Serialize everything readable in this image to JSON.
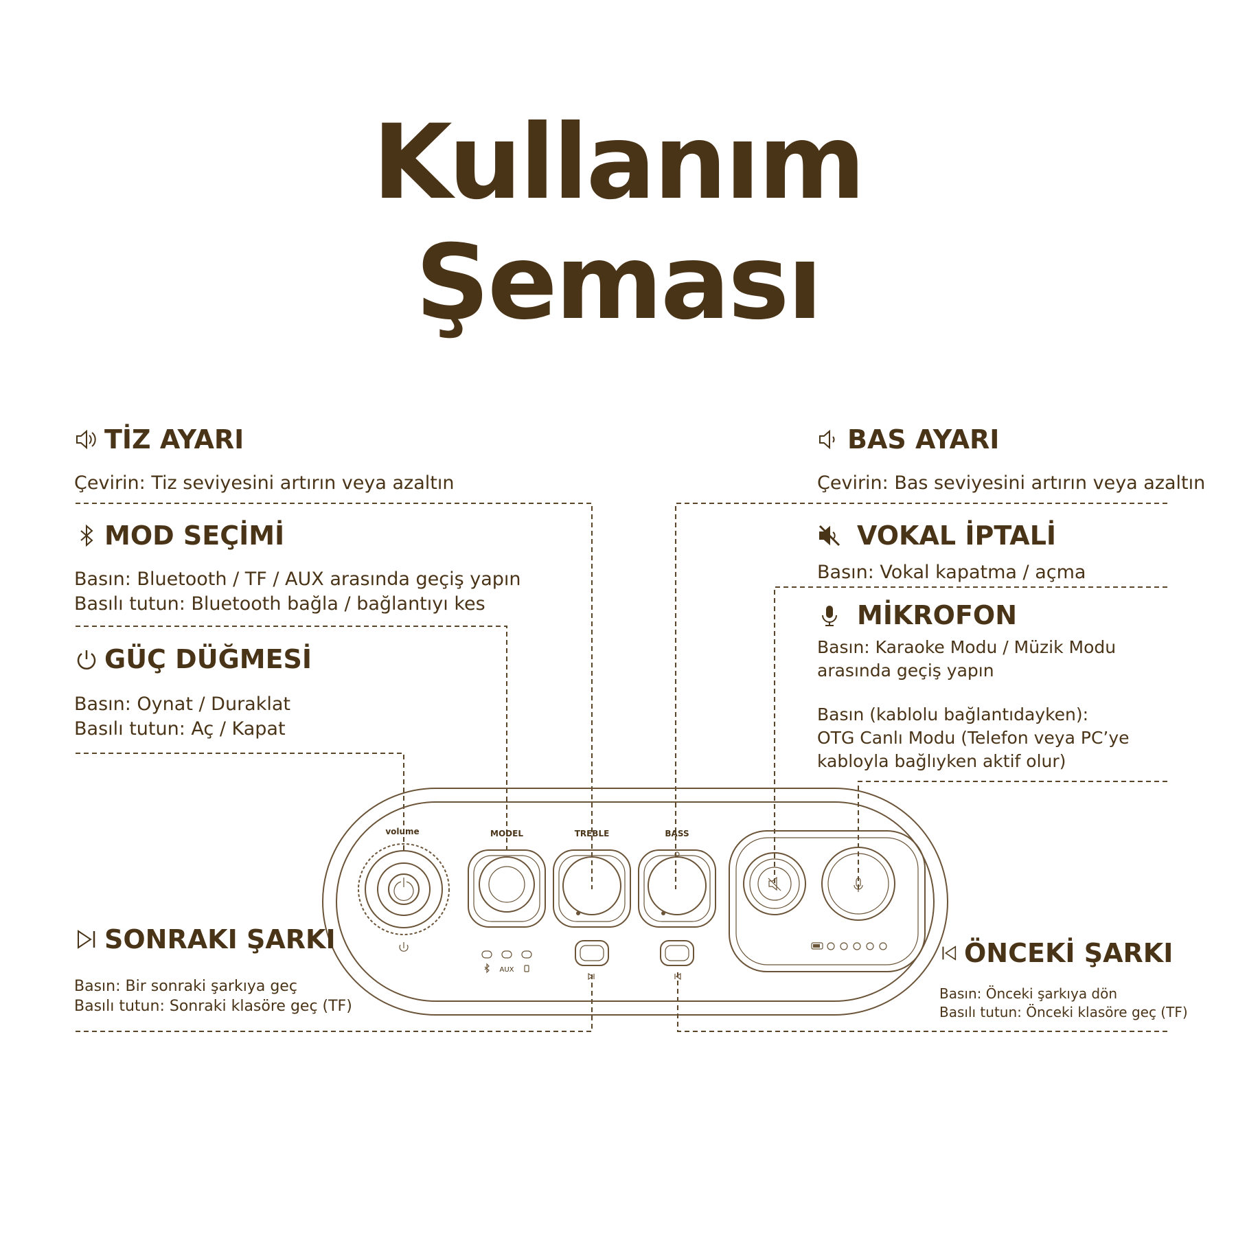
{
  "title": {
    "line1": "Kullanım",
    "line2": "Şeması"
  },
  "colors": {
    "text": "#4a3418",
    "lines": "#5b4528",
    "background": "#ffffff"
  },
  "sections": {
    "treble": {
      "icon": "speaker-high-icon",
      "title": "TİZ AYARI",
      "lines": [
        "Çevirin: Tiz seviyesini artırın veya azaltın"
      ]
    },
    "mode": {
      "icon": "bluetooth-icon",
      "title": "MOD SEÇİMİ",
      "lines": [
        "Basın: Bluetooth / TF / AUX arasında geçiş yapın",
        "Basılı tutun: Bluetooth bağla / bağlantıyı kes"
      ]
    },
    "power": {
      "icon": "power-icon",
      "title": "GÜÇ DÜĞMESİ",
      "lines": [
        "Basın: Oynat / Duraklat",
        "Basılı tutun: Aç / Kapat"
      ]
    },
    "next": {
      "icon": "next-track-icon",
      "title": "SONRAKI ŞARKI",
      "lines": [
        "Basın: Bir sonraki şarkıya geç",
        "Basılı tutun: Sonraki klasöre geç (TF)"
      ]
    },
    "bass": {
      "icon": "speaker-low-icon",
      "title": "BAS AYARI",
      "lines": [
        "Çevirin: Bas seviyesini artırın veya azaltın"
      ]
    },
    "vocal": {
      "icon": "mute-icon",
      "title": "VOKAL İPTALİ",
      "lines": [
        "Basın: Vokal kapatma / açma"
      ]
    },
    "mic": {
      "icon": "microphone-icon",
      "title": "MİKROFON",
      "lines": [
        "Basın: Karaoke Modu / Müzik Modu",
        "arasında geçiş yapın",
        "",
        "Basın (kablolu bağlantıdayken):",
        "OTG Canlı Modu (Telefon veya PC’ye",
        "kabloyla bağlıyken aktif olur)"
      ]
    },
    "prev": {
      "icon": "previous-track-icon",
      "title": "ÖNCEKİ ŞARKI",
      "lines": [
        "Basın: Önceki şarkıya dön",
        "Basılı tutun: Önceki klasöre geç (TF)"
      ]
    }
  },
  "device": {
    "volume_label": "volume",
    "model_label": "MODEL",
    "treble_label": "TREBLE",
    "bass_label": "BASS",
    "aux_label": "AUX"
  }
}
